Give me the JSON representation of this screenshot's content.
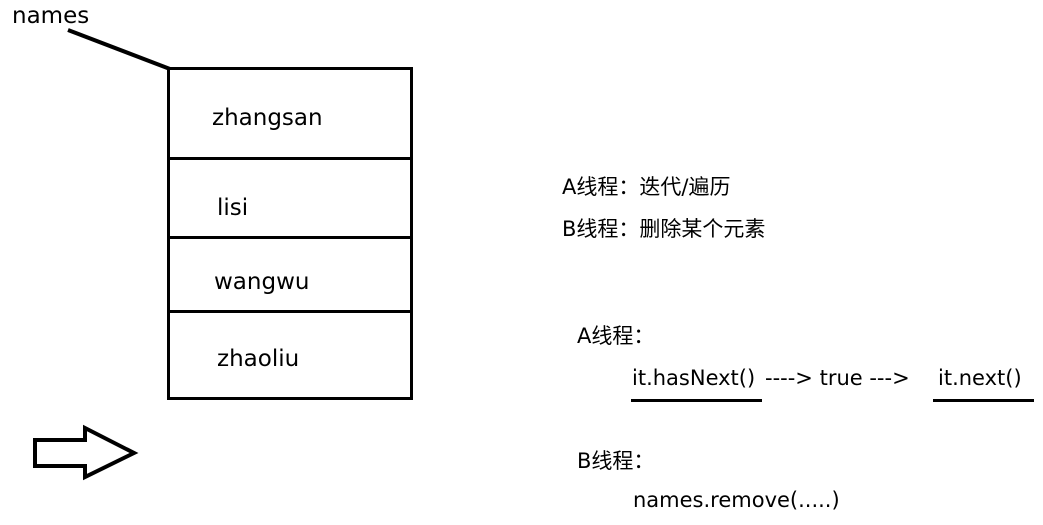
{
  "variable_label": "names",
  "list_items": [
    "zhangsan",
    "lisi",
    "wangwu",
    "zhaoliu"
  ],
  "threads_summary": {
    "a": "A线程：迭代/遍历",
    "b": "B线程：删除某个元素"
  },
  "thread_a": {
    "label": "A线程：",
    "code_has_next": "it.hasNext()",
    "arrow_1": "----> true --->",
    "code_next": "it.next()"
  },
  "thread_b": {
    "label": "B线程：",
    "code": "names.remove(.....)"
  }
}
